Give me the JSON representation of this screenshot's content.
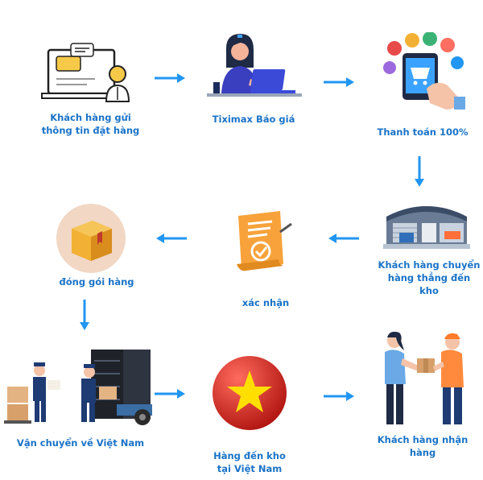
{
  "steps": [
    {
      "id": "1",
      "label": "Khách hàng gửi thông tin đặt hàng",
      "icon": "customer-order-computer-icon"
    },
    {
      "id": "2",
      "label": "Tiximax Báo giá",
      "icon": "woman-laptop-quote-icon"
    },
    {
      "id": "3",
      "label": "Thanh toán 100%",
      "icon": "online-payment-cart-icon"
    },
    {
      "id": "4",
      "label": "Khách hàng chuyển hàng thẳng đến kho",
      "icon": "warehouse-truck-icon"
    },
    {
      "id": "5",
      "label": "xác nhận",
      "icon": "confirmation-document-icon"
    },
    {
      "id": "6",
      "label": "đóng gói hàng",
      "icon": "package-box-icon"
    },
    {
      "id": "7",
      "label": "Vận chuyển về Việt Nam",
      "icon": "workers-loading-truck-icon"
    },
    {
      "id": "8",
      "label": "Hàng đến kho tại Việt Nam",
      "icon": "vietnam-flag-icon"
    },
    {
      "id": "9",
      "label": "Khách hàng nhận hàng",
      "icon": "package-handover-icon"
    }
  ],
  "colors": {
    "label": "#1a73c7",
    "arrow": "#2196f3",
    "flag_red": "#da251d",
    "flag_star": "#ffde00",
    "doc_orange": "#f7a23a",
    "box": "#f2b134"
  }
}
